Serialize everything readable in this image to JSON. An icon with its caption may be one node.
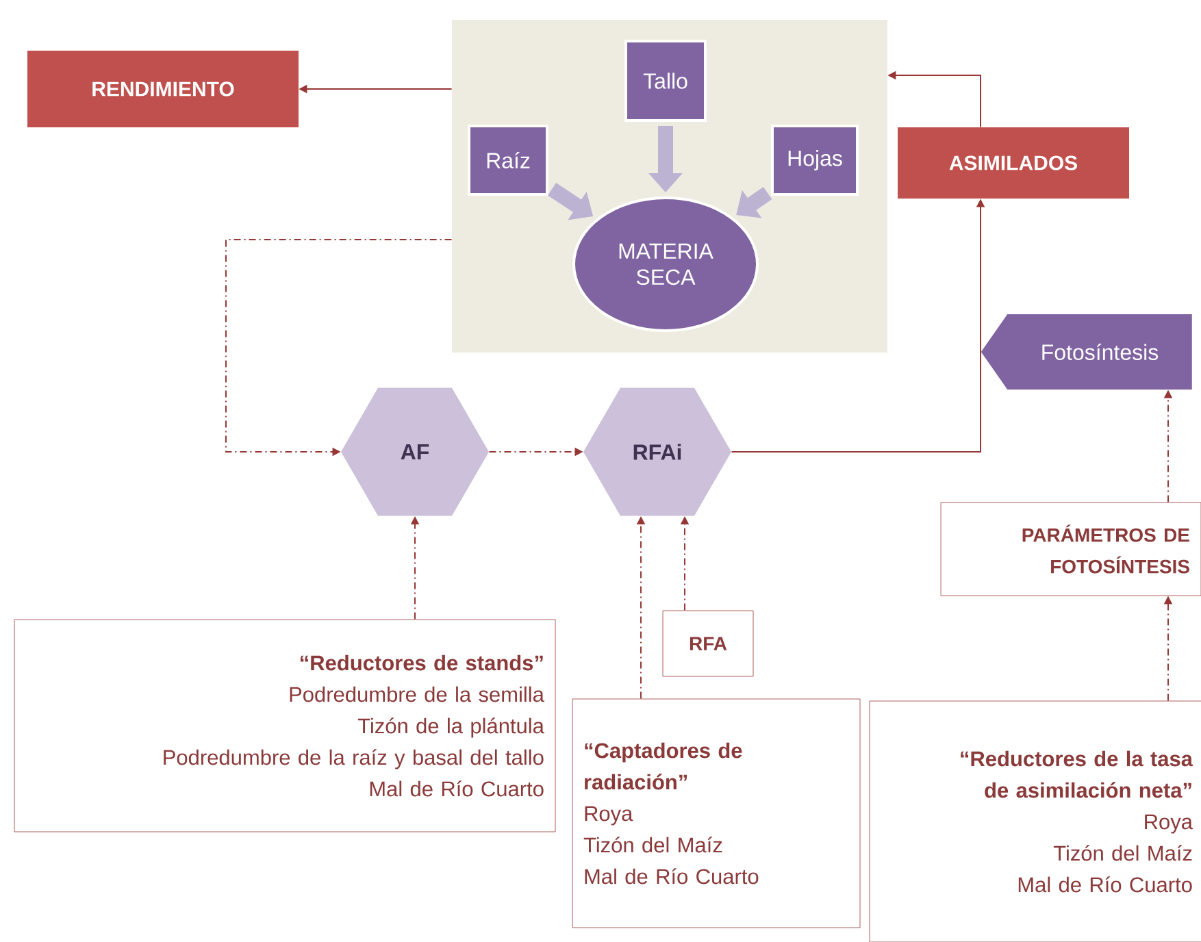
{
  "diagram": {
    "nodes": [
      {
        "text": [
          "RENDIMIENTO"
        ]
      },
      {
        "text": [],
        "shape": "box"
      },
      {
        "text": [
          "Tallo"
        ],
        "in": 1
      },
      {
        "text": [
          "Raíz"
        ],
        "in": 1
      },
      {
        "text": [
          "Hojas"
        ],
        "in": 1
      },
      {
        "text": [
          "MATERIA SECA"
        ],
        "in": 1
      },
      {
        "text": [
          "ASIMILADOS"
        ]
      },
      {
        "text": [
          "Fotosíntesis"
        ]
      },
      {
        "text": [
          "AF"
        ]
      },
      {
        "text": [
          "RFAi"
        ]
      },
      {
        "text": [
          "PARÁMETROS DE FOTOSÍNTESIS"
        ]
      },
      {
        "text": [
          "“Reductores de stands”",
          "Podredumbre de la semilla",
          "Tizón de la plántula",
          "Podredumbre de la raíz y basal del tallo",
          "Mal de Río Cuarto"
        ]
      },
      {
        "text": [
          "RFA"
        ]
      },
      {
        "text": [
          "“Captadores de radiación”",
          "Roya",
          "Tizón del Maíz",
          "Mal de Río Cuarto"
        ]
      },
      {
        "text": [
          "“Reductores de la tasa de asimilación neta”",
          "Roya",
          "Tizón del Maíz",
          "Mal de Río Cuarto"
        ]
      }
    ],
    "edges": [
      {
        "from": 1,
        "to": 0,
        "arrow": "to"
      },
      {
        "from": 6,
        "to": 1,
        "arrow": "to"
      },
      {
        "from": 9,
        "to": 6,
        "arrow": "to"
      },
      {
        "from": 1,
        "to": 8,
        "arrow": "to",
        "style": "dashed"
      },
      {
        "from": 8,
        "to": 9,
        "arrow": "to",
        "style": "dashed"
      },
      {
        "from": 11,
        "to": 8,
        "arrow": "to",
        "style": "dashed"
      },
      {
        "from": 13,
        "to": 9,
        "arrow": "to",
        "style": "dashed"
      },
      {
        "from": 12,
        "to": 9,
        "arrow": "to",
        "style": "dashed"
      },
      {
        "from": 10,
        "to": 7,
        "arrow": "to",
        "style": "dashed"
      },
      {
        "from": 14,
        "to": 10,
        "arrow": "to",
        "style": "dashed"
      },
      {
        "from": 2,
        "to": 5,
        "arrow": "to",
        "style": "thick",
        "color": "#bcb3d3"
      },
      {
        "from": 3,
        "to": 5,
        "arrow": "to",
        "style": "thick",
        "color": "#bcb3d3"
      },
      {
        "from": 4,
        "to": 5,
        "arrow": "to",
        "style": "thick",
        "color": "#bcb3d3"
      }
    ]
  }
}
